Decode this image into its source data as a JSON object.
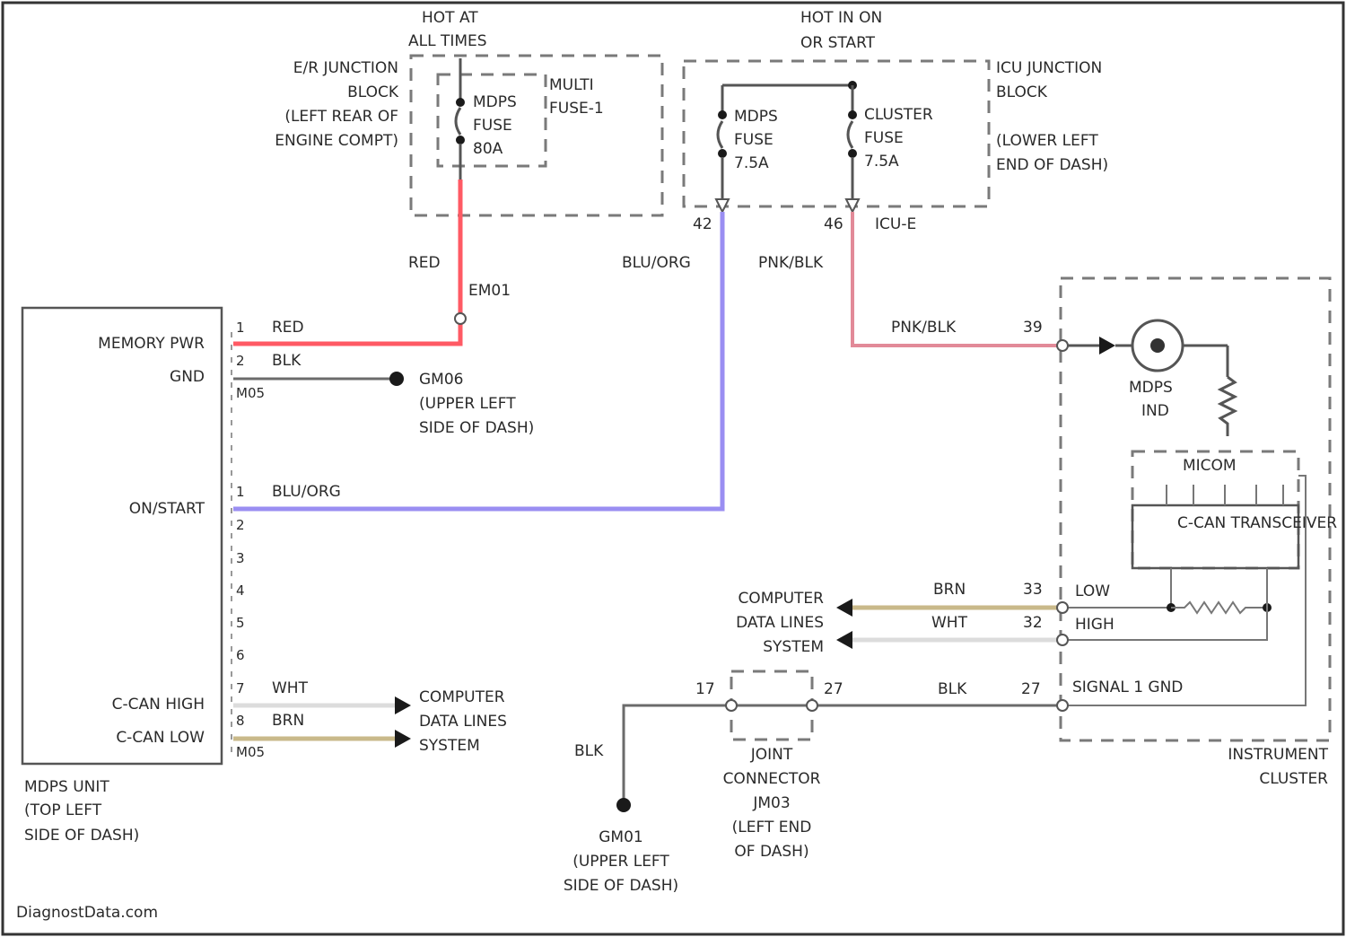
{
  "labels": {
    "hot_all_times_1": "HOT AT",
    "hot_all_times_2": "ALL TIMES",
    "hot_run_1": "HOT IN ON",
    "hot_run_2": "OR START",
    "ejb_1": "E/R JUNCTION",
    "ejb_2": "BLOCK",
    "ejb_3": "(LEFT REAR OF",
    "ejb_4": "ENGINE COMPT)",
    "multi_fuse_1": "MULTI",
    "multi_fuse_2": "FUSE-1",
    "mdps_fuse80_1": "MDPS",
    "mdps_fuse80_2": "FUSE",
    "mdps_fuse80_3": "80A",
    "mdps_fuse75_1": "MDPS",
    "mdps_fuse75_2": "FUSE",
    "mdps_fuse75_3": "7.5A",
    "cluster_fuse_1": "CLUSTER",
    "cluster_fuse_2": "FUSE",
    "cluster_fuse_3": "7.5A",
    "icu_1": "ICU JUNCTION",
    "icu_2": "BLOCK",
    "icu_3": "(LOWER LEFT",
    "icu_4": "END OF DASH)",
    "pin42": "42",
    "pin46": "46",
    "icu_e": "ICU-E",
    "red": "RED",
    "em01": "EM01",
    "bluorg_top": "BLU/ORG",
    "pnkblk_top": "PNK/BLK",
    "memory_pwr": "MEMORY PWR",
    "gnd": "GND",
    "onstart": "ON/START",
    "ccan_high": "C-CAN HIGH",
    "ccan_low": "C-CAN LOW",
    "p1": "1",
    "p2": "2",
    "p1b": "1",
    "p2b": "2",
    "p3": "3",
    "p4": "4",
    "p5": "5",
    "p6": "6",
    "p7": "7",
    "p8": "8",
    "red_w": "RED",
    "blk_w": "BLK",
    "m05a": "M05",
    "m05b": "M05",
    "bluorg_w": "BLU/ORG",
    "wht_w": "WHT",
    "brn_w": "BRN",
    "gm06_1": "GM06",
    "gm06_2": "(UPPER LEFT",
    "gm06_3": "SIDE OF DASH)",
    "cdl_left_1": "COMPUTER",
    "cdl_left_2": "DATA LINES",
    "cdl_left_3": "SYSTEM",
    "mdps_unit_1": "MDPS UNIT",
    "mdps_unit_2": "(TOP LEFT",
    "mdps_unit_3": "SIDE OF DASH)",
    "pnkblk_r": "PNK/BLK",
    "pin39": "39",
    "mdps_ind_1": "MDPS",
    "mdps_ind_2": "IND",
    "micom": "MICOM",
    "ccan_trans": "C-CAN TRANSCEIVER",
    "brn_r": "BRN",
    "wht_r": "WHT",
    "pin33": "33",
    "pin32": "32",
    "low": "LOW",
    "high": "HIGH",
    "cdl_right_1": "COMPUTER",
    "cdl_right_2": "DATA LINES",
    "cdl_right_3": "SYSTEM",
    "pin17": "17",
    "pin27a": "27",
    "pin27b": "27",
    "blk_r": "BLK",
    "signal_gnd": "SIGNAL 1 GND",
    "blk_v": "BLK",
    "jc_1": "JOINT",
    "jc_2": "CONNECTOR",
    "jc_3": "JM03",
    "jc_4": "(LEFT END",
    "jc_5": "OF DASH)",
    "gm01_1": "GM01",
    "gm01_2": "(UPPER LEFT",
    "gm01_3": "SIDE OF DASH)",
    "cluster_1": "INSTRUMENT",
    "cluster_2": "CLUSTER",
    "watermark": "DiagnostData.com"
  },
  "colors": {
    "red_wire": "#ff5a64",
    "blue_wire": "#9a8ef2",
    "pink_wire": "#e28a98",
    "brown_wire": "#c9b98a",
    "white_wire": "#dcdcdc",
    "black_wire": "#6b6b6b"
  },
  "icons": [
    "fuse-icon",
    "indicator-lamp-icon",
    "resistor-icon",
    "ground-icon",
    "arrow-icon"
  ]
}
